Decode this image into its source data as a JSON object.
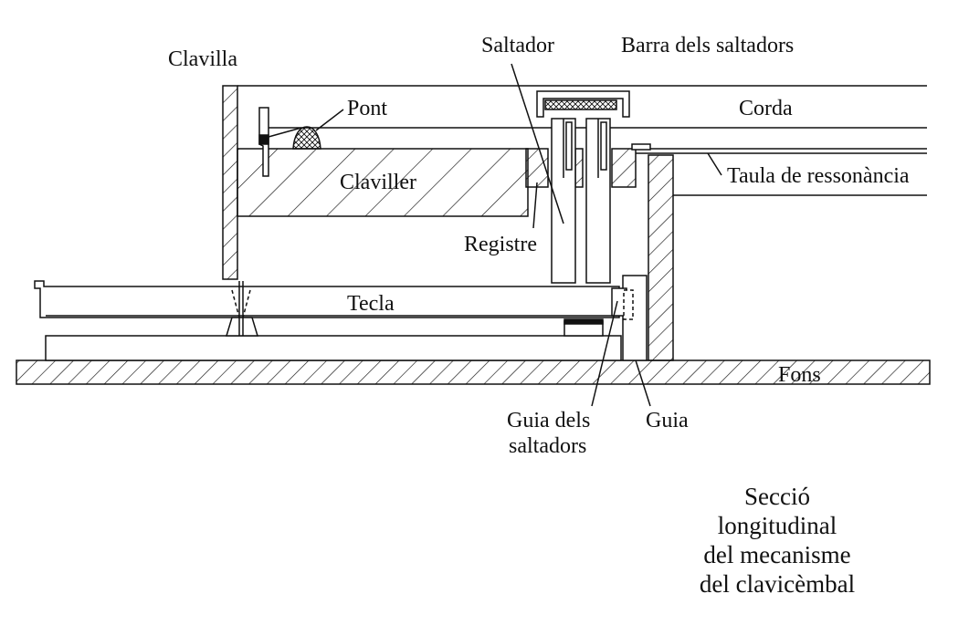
{
  "labels": {
    "clavilla": "Clavilla",
    "pont": "Pont",
    "saltador": "Saltador",
    "barra": "Barra dels saltadors",
    "corda": "Corda",
    "claviller": "Claviller",
    "taula": "Taula de ressonància",
    "registre": "Registre",
    "tecla": "Tecla",
    "fons": "Fons",
    "guia_saltadors_1": "Guia dels",
    "guia_saltadors_2": "saltadors",
    "guia": "Guia"
  },
  "caption": {
    "line1": "Secció",
    "line2": "longitudinal",
    "line3": "del mecanisme",
    "line4": "del clavicèmbal"
  }
}
